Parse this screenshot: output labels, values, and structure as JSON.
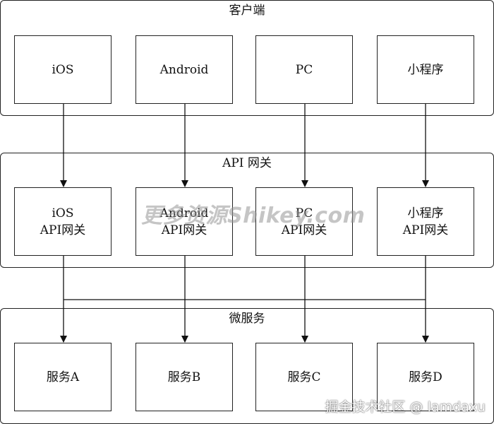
{
  "layers": {
    "client": {
      "title": "客户端",
      "nodes": [
        {
          "line1": "iOS",
          "line2": ""
        },
        {
          "line1": "Android",
          "line2": ""
        },
        {
          "line1": "PC",
          "line2": ""
        },
        {
          "line1": "小程序",
          "line2": ""
        }
      ]
    },
    "gateway": {
      "title": "API 网关",
      "nodes": [
        {
          "line1": "iOS",
          "line2": "API网关"
        },
        {
          "line1": "Android",
          "line2": "API网关"
        },
        {
          "line1": "PC",
          "line2": "API网关"
        },
        {
          "line1": "小程序",
          "line2": "API网关"
        }
      ]
    },
    "services": {
      "title": "微服务",
      "nodes": [
        {
          "line1": "服务A",
          "line2": ""
        },
        {
          "line1": "服务B",
          "line2": ""
        },
        {
          "line1": "服务C",
          "line2": ""
        },
        {
          "line1": "服务D",
          "line2": ""
        }
      ]
    }
  },
  "watermark": "更多资源Shikey.com",
  "credit": "掘金技术社区 @ lamdaxu"
}
